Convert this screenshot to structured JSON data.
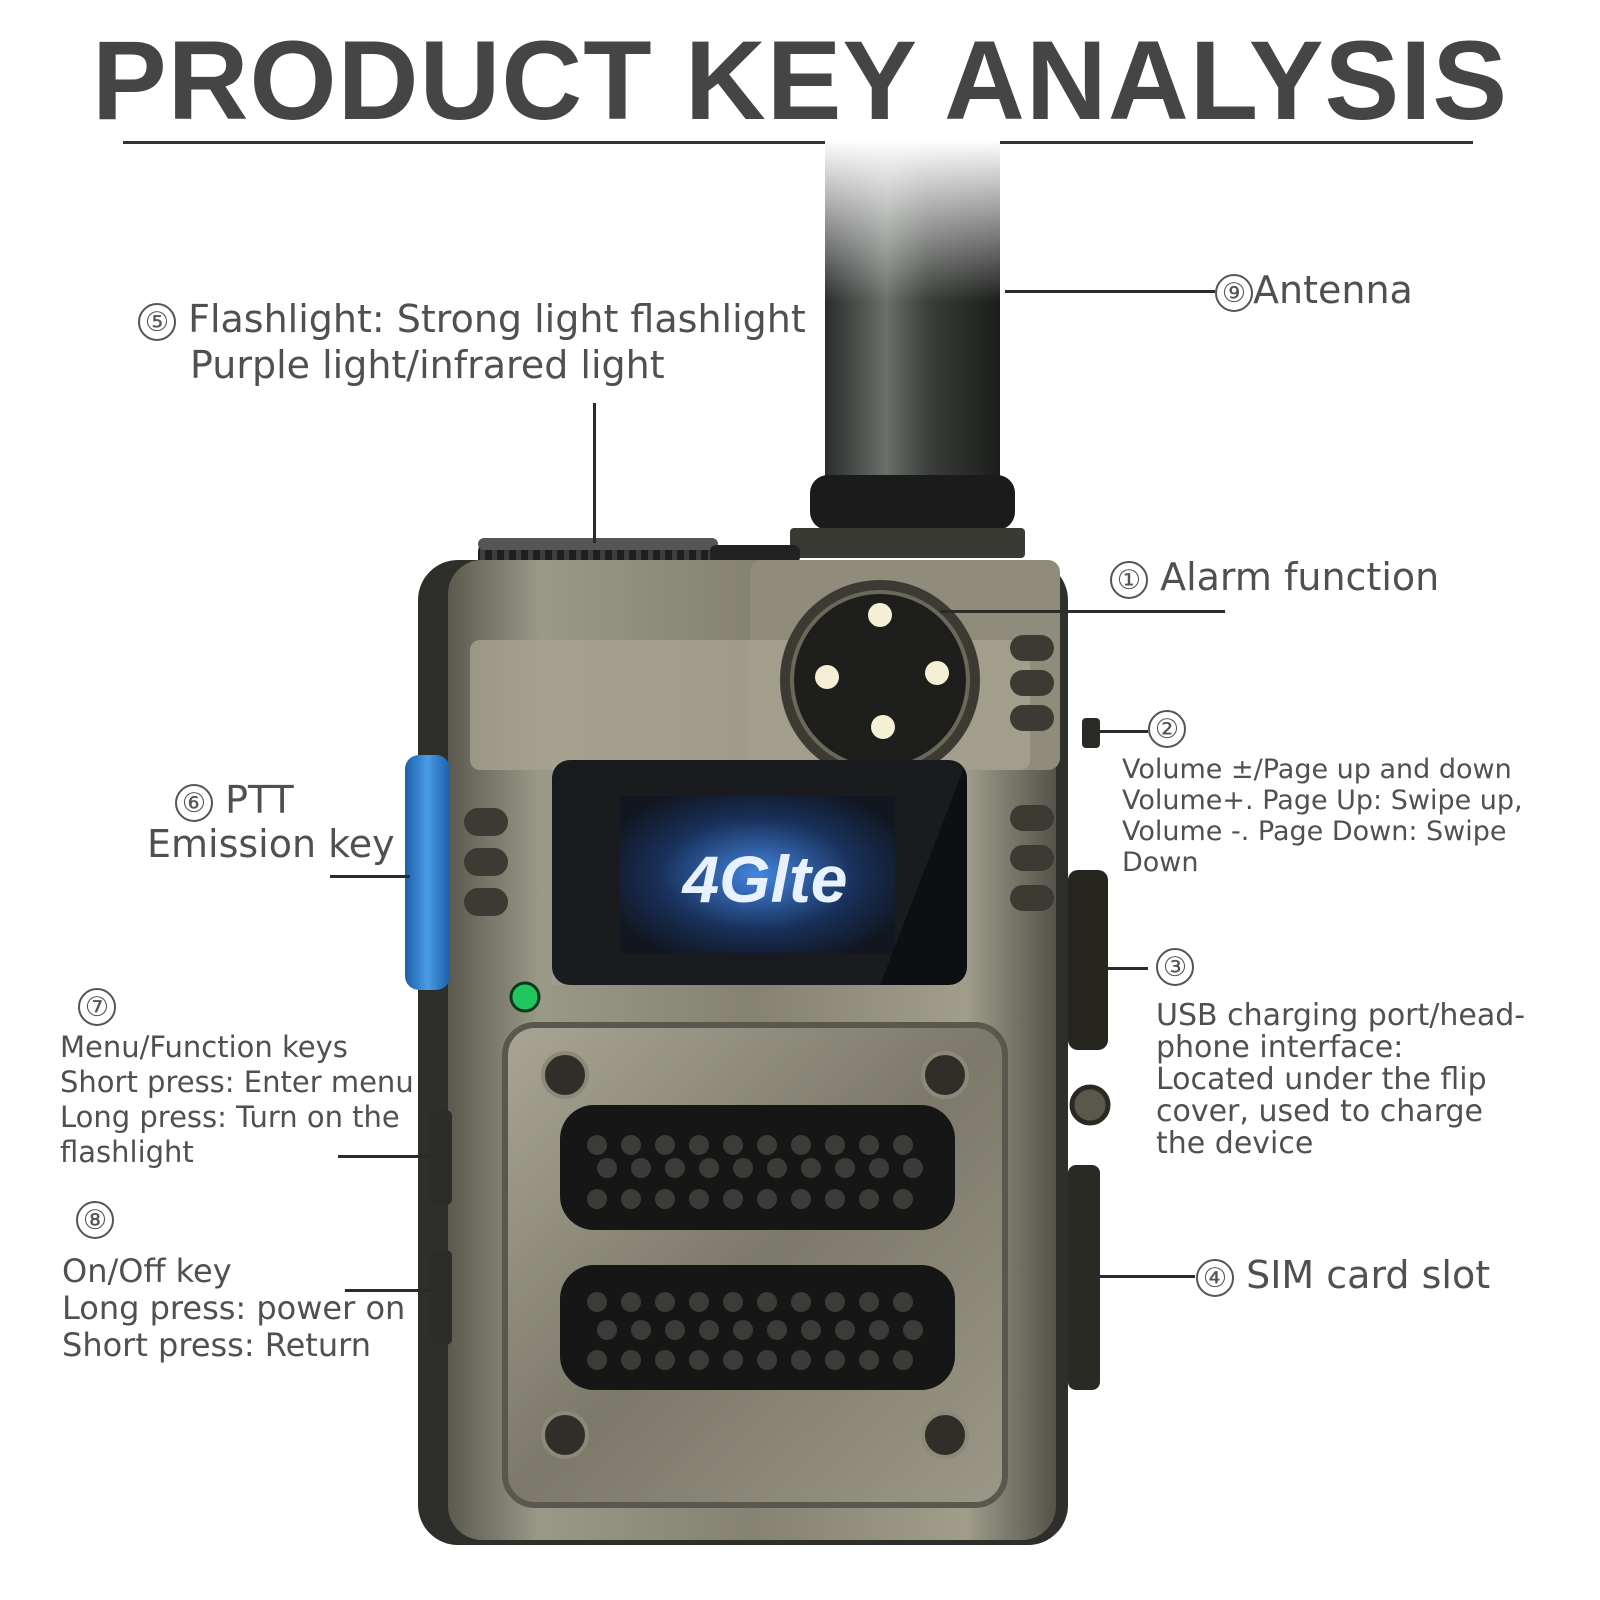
{
  "title": "PRODUCT KEY ANALYSIS",
  "screen_text": "4Glte",
  "callouts": [
    {
      "id": "antenna",
      "number": "⑨",
      "lines": [
        "Antenna"
      ]
    },
    {
      "id": "flashlight",
      "number": "⑤",
      "lines": [
        "Flashlight: Strong light flashlight",
        "Purple light/infrared light"
      ]
    },
    {
      "id": "alarm",
      "number": "①",
      "lines": [
        "Alarm function"
      ]
    },
    {
      "id": "volume",
      "number": "②",
      "lines": [
        "Volume ±/Page up and down",
        "Volume+. Page Up: Swipe up,",
        "Volume -. Page Down: Swipe",
        "Down"
      ]
    },
    {
      "id": "ptt",
      "number": "⑥",
      "lines": [
        "PTT",
        "Emission key"
      ]
    },
    {
      "id": "usb",
      "number": "③",
      "lines": [
        "USB charging port/head-",
        "phone interface:",
        "Located under the flip",
        "cover, used to charge",
        "the device"
      ]
    },
    {
      "id": "menu",
      "number": "⑦",
      "lines": [
        "Menu/Function keys",
        "Short press: Enter menu",
        "Long press: Turn on the",
        "flashlight"
      ]
    },
    {
      "id": "sim",
      "number": "④",
      "lines": [
        "SIM card slot"
      ]
    },
    {
      "id": "power",
      "number": "⑧",
      "lines": [
        "On/Off key",
        "Long press: power on",
        "Short press: Return"
      ]
    }
  ],
  "colors": {
    "body": "#7d7a6c",
    "body_dark": "#4a4a42",
    "ptt_key": "#2f7fd0",
    "screen_glow": "#1f63c8",
    "status_led": "#22c55e"
  }
}
